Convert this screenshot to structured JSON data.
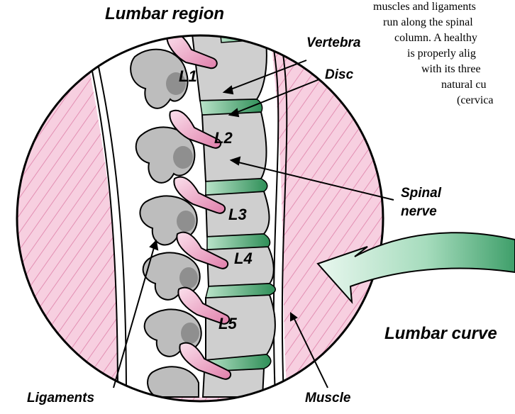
{
  "title": "Lumbar region",
  "paragraph_lines": [
    "muscles and ligaments",
    "run along the spinal",
    "column. A healthy",
    "is properly alig",
    "with its three",
    "natural cu",
    "(cervica"
  ],
  "vertebra_labels": [
    "L1",
    "L2",
    "L3",
    "L4",
    "L5"
  ],
  "callouts": {
    "vertebra": "Vertebra",
    "disc": "Disc",
    "spinal_nerve_line1": "Spinal",
    "spinal_nerve_line2": "nerve",
    "lumbar_curve": "Lumbar curve",
    "ligaments": "Ligaments",
    "muscle": "Muscle"
  },
  "colors": {
    "muscle_pink": "#f5c6d8",
    "muscle_stripe": "#e38fb3",
    "bone_gray": "#c7c7c7",
    "bone_dark": "#8f8f8f",
    "disc_green": "#3fa36a",
    "nerve_pink": "#f0a9c9",
    "arrow_green": "#5bbd8a"
  }
}
